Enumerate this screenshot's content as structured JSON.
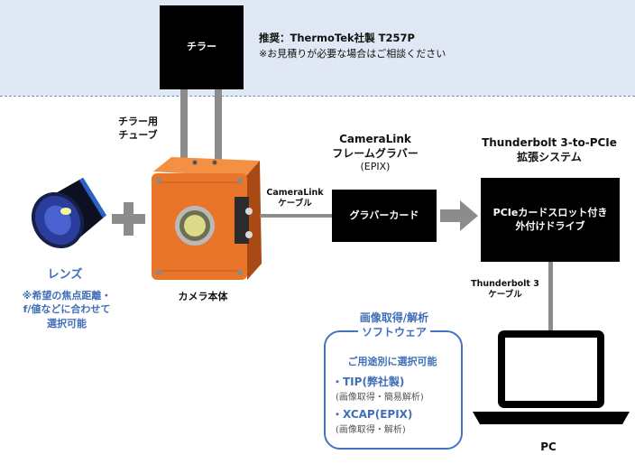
{
  "header": {
    "recommend_title": "推奨：ThermoTek社製 T257P",
    "recommend_note": "※お見積りが必要な場合はご相談ください"
  },
  "chiller": {
    "label": "チラー"
  },
  "chiller_tube": {
    "line1": "チラー用",
    "line2": "チューブ"
  },
  "lens": {
    "title": "レンズ",
    "note1": "※希望の焦点距離・",
    "note2": "f/値などに合わせて",
    "note3": "選択可能"
  },
  "camera": {
    "label": "カメラ本体"
  },
  "cameralink_cable": {
    "line1": "CameraLink",
    "line2": "ケーブル"
  },
  "frame_grabber": {
    "line1": "CameraLink",
    "line2": "フレームグラバー",
    "line3": "(EPIX)",
    "card_label": "グラバーカード"
  },
  "thunderbolt": {
    "line1": "Thunderbolt 3-to-PCIe",
    "line2": "拡張システム",
    "box_line1": "PCIeカードスロット付き",
    "box_line2": "外付けドライブ"
  },
  "thunderbolt_cable": {
    "line1": "Thunderbolt 3",
    "line2": "ケーブル"
  },
  "pc": {
    "label": "PC"
  },
  "software": {
    "title1": "画像取得/解析",
    "title2": "ソフトウェア",
    "subtitle": "ご用途別に選択可能",
    "items": [
      {
        "name": "・TIP(弊社製)",
        "desc": "(画像取得・簡易解析)"
      },
      {
        "name": "・XCAP(EPIX)",
        "desc": "(画像取得・解析)"
      }
    ]
  },
  "colors": {
    "accent_blue": "#4472c4",
    "band": "#dfe8f4",
    "camera_orange": "#e8752a"
  }
}
